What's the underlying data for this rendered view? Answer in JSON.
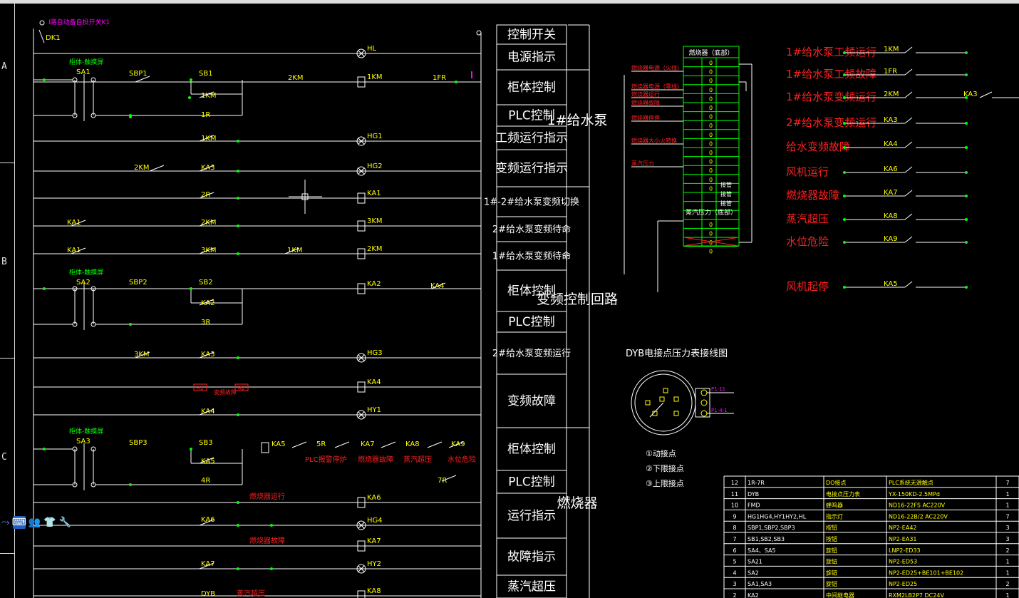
{
  "toolbar": {
    "icons": [
      "link-icon",
      "keyboard-icon",
      "people-icon",
      "shirt-icon",
      "wrench-icon"
    ],
    "glyphs": [
      "⤳",
      "⌨",
      "👥",
      "👕",
      "🔧"
    ]
  },
  "ruler": {
    "letters": [
      "A",
      "B",
      "C"
    ]
  },
  "drawing": {
    "top_switch": "I路自动备自投开关K1",
    "dk1": "DK1",
    "cabinet_panel_labels": [
      "柜体-触摸屏",
      "柜体-触摸屏",
      "柜体-触摸屏"
    ],
    "sa": [
      "SA1",
      "SA2",
      "SA3"
    ],
    "sbp": [
      "SBP1",
      "SBP2",
      "SBP3"
    ],
    "sb": [
      "SB1",
      "SB2",
      "SB3"
    ],
    "row_labels": {
      "hl": "HL",
      "r1_2km": "2KM",
      "r1_1km": "1KM",
      "r1_1fr": "1FR",
      "r2_1km": "1KM",
      "r3_1r": "1R",
      "r4_1km": "1KM",
      "r4_hg1": "HG1",
      "r5_2km": "2KM",
      "r5_ka3": "KA3",
      "r5_hg2": "HG2",
      "r6_2r": "2R",
      "r6_ka1": "KA1",
      "r7_ka1": "KA1",
      "r7_2km": "2KM",
      "r7_3km": "3KM",
      "r8_ka1": "KA1",
      "r8_3km": "3KM",
      "r8_1km": "1KM",
      "r8_2km": "2KM",
      "r9_ka2": "KA2",
      "r9_ka4": "KA4",
      "r9_ka2c": "KA2",
      "r10_3r": "3R",
      "r11_3km": "3KM",
      "r11_ka3": "KA3",
      "r11_hg3": "HG3",
      "r12_r1": "R1",
      "r12_mid": "变频故障",
      "r12_r2": "R2",
      "r12_ka4": "KA4",
      "r13_ka4": "KA4",
      "r13_hy1": "HY1",
      "r14_ka5": "KA5",
      "r14_5r": "5R",
      "r14_ka7": "KA7",
      "r14_ka8": "KA8",
      "r14_ka9": "KA9",
      "r14_ka5c": "KA5",
      "r15_4r": "4R",
      "r15_7r": "7R",
      "r14_plc": "PLC报警停炉",
      "r14_burner": "燃烧器故障",
      "r14_steam": "蒸汽超压",
      "r14_water": "水位危险",
      "r16_title": "燃烧器运行",
      "r16_ka6": "KA6",
      "r17_ka6": "KA6",
      "r17_hg4": "HG4",
      "r18_title": "燃烧器故障",
      "r18_ka7": "KA7",
      "r19_ka7": "KA7",
      "r19_hy2": "HY2",
      "r20_dyb": "DYB",
      "r20_title": "蒸汽超压",
      "r20_ka8": "KA8"
    },
    "function_column": [
      "控制开关",
      "电源指示",
      "柜体控制",
      "PLC控制",
      "工频运行指示",
      "变频运行指示",
      "1#-2#给水泵变频切换",
      "2#给水泵变频待命",
      "1#给水泵变频待命",
      "柜体控制",
      "PLC控制",
      "2#给水泵变频运行",
      "变频故障",
      "柜体控制",
      "PLC控制",
      "运行指示",
      "故障指示",
      "蒸汽超压"
    ],
    "section_titles": [
      "1#给水泵",
      "变频控制回路",
      "燃烧器"
    ],
    "terminal": {
      "title": "燃烧器（底部）",
      "labels": [
        "燃烧器电源（火线）",
        "燃烧器电源（零线）",
        "燃烧器运行",
        "燃烧器故障",
        "燃烧器停停",
        "燃烧器大小火转换",
        "蒸汽压力"
      ],
      "spare": [
        "接管",
        "接管",
        "接管"
      ],
      "pressure_title": "蒸汽压力（底部）"
    },
    "right_signals": [
      {
        "name": "1#给水泵工频运行",
        "contact": "1KM"
      },
      {
        "name": "1#给水泵工频故障",
        "contact": "1FR"
      },
      {
        "name": "1#给水泵变频运行",
        "contact": "2KM",
        "extra": "KA3"
      },
      {
        "name": "2#给水泵变频运行",
        "contact": "KA3"
      },
      {
        "name": "给水变频故障",
        "contact": "KA4"
      },
      {
        "name": "风机运行",
        "contact": "KA6"
      },
      {
        "name": "燃烧器故障",
        "contact": "KA7"
      },
      {
        "name": "蒸汽超压",
        "contact": "KA8"
      },
      {
        "name": "水位危险",
        "contact": "KA9"
      },
      {
        "name": "风机起停",
        "contact": "KA5"
      }
    ],
    "dyb": {
      "title": "DYB电接点压力表接线图",
      "legend": [
        "①动接点",
        "②下限接点",
        "③上限接点"
      ],
      "wire_labels": [
        "P1-11",
        "P1-4-1"
      ]
    },
    "bom": [
      {
        "no": "12",
        "code": "1R-7R",
        "name": "DO接点",
        "spec": "PLC系统无源触点",
        "qty": "7"
      },
      {
        "no": "11",
        "code": "DYB",
        "name": "电接点压力表",
        "spec": "YX-150KD-2.5MPd",
        "qty": "1"
      },
      {
        "no": "10",
        "code": "FMD",
        "name": "蜂鸣器",
        "spec": "ND16-22FS      AC220V",
        "qty": "1"
      },
      {
        "no": "9",
        "code": "HG1HG4,HY1HY2,HL",
        "name": "指示灯",
        "spec": "ND16-22B/2      AC220V",
        "qty": "7"
      },
      {
        "no": "8",
        "code": "SBP1,SBP2,SBP3",
        "name": "按钮",
        "spec": "NP2-EA42",
        "qty": "3"
      },
      {
        "no": "7",
        "code": "SB1,SB2,SB3",
        "name": "按钮",
        "spec": "NP2-EA31",
        "qty": "3"
      },
      {
        "no": "6",
        "code": "SA4、SA5",
        "name": "旋钮",
        "spec": "LNP2-ED33",
        "qty": "2"
      },
      {
        "no": "5",
        "code": "SA21",
        "name": "旋钮",
        "spec": "NP2-ED53",
        "qty": "1"
      },
      {
        "no": "4",
        "code": "SA2",
        "name": "旋钮",
        "spec": "NP2-ED25+BE101+BE102",
        "qty": "1"
      },
      {
        "no": "3",
        "code": "SA1,SA3",
        "name": "旋钮",
        "spec": "NP2-ED25",
        "qty": "2"
      },
      {
        "no": "2",
        "code": "KA2",
        "name": "中间继电器",
        "spec": "RXM2LB2P7     DC24V",
        "qty": "1"
      }
    ]
  },
  "colors": {
    "bg": "#000000",
    "line": "#ffffff",
    "text": "#ffffff",
    "label": "#ffff00",
    "green": "#00ff00",
    "red": "#ff2020",
    "magenta": "#ff00ff",
    "cyan": "#00ffff"
  }
}
